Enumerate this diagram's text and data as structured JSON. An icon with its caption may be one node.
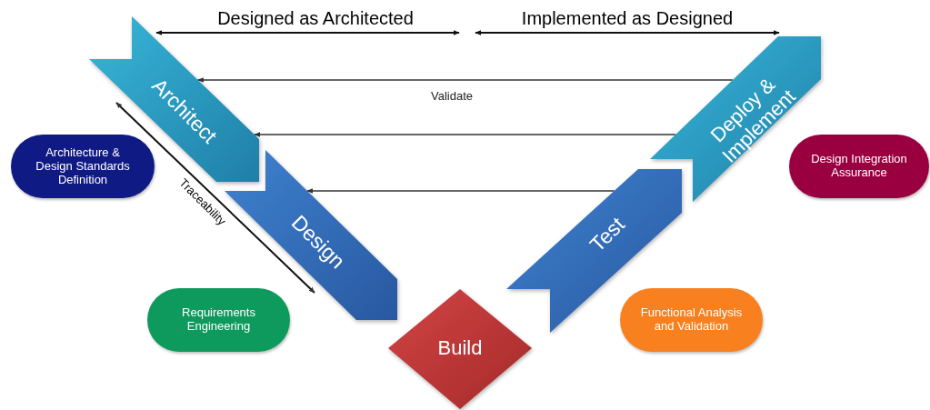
{
  "diagram": {
    "nodes": [
      {
        "text": [
          "Architect"
        ]
      },
      {
        "text": [
          "Design"
        ]
      },
      {
        "text": [
          "Build"
        ]
      },
      {
        "text": [
          "Test"
        ]
      },
      {
        "text": [
          "Deploy & Implement"
        ]
      },
      {
        "text": [
          "Architecture & Design Standards Definition"
        ]
      },
      {
        "text": [
          "Requirements Engineering"
        ]
      },
      {
        "text": [
          "Functional Analysis and Validation"
        ]
      },
      {
        "text": [
          "Design Integration Assurance"
        ]
      }
    ],
    "edges": [
      {
        "from": 4,
        "to": 0,
        "arrow": "to",
        "label": "Validate"
      },
      {
        "from": 4,
        "to": 0,
        "arrow": "to"
      },
      {
        "from": 3,
        "to": 1,
        "arrow": "to"
      },
      {
        "from": 0,
        "to": 1,
        "arrow": "both",
        "label": "Traceability"
      }
    ],
    "labels": [
      "Designed as Architected",
      "Implemented as Designed"
    ]
  }
}
